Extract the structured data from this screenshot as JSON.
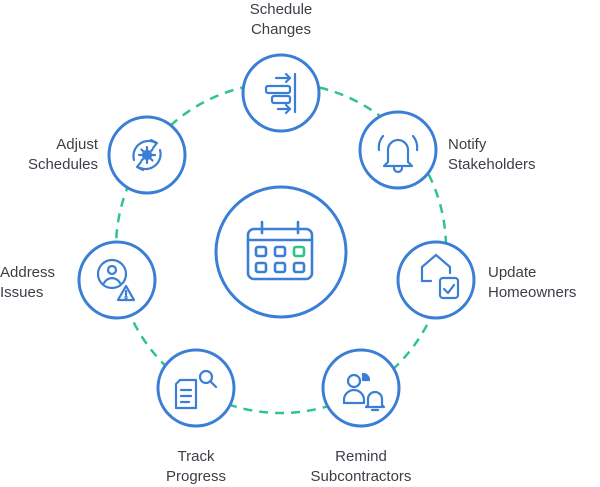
{
  "colors": {
    "accent": "#3a7fd5",
    "connector": "#2fc48a",
    "text": "#3a3f47",
    "highlight": "#2fc48a"
  },
  "center": {
    "icon": "calendar-icon"
  },
  "nodes": [
    {
      "id": "schedule-changes",
      "icon": "schedule-changes-icon",
      "label_line1": "Schedule",
      "label_line2": "Changes"
    },
    {
      "id": "notify-stakeholders",
      "icon": "bell-icon",
      "label_line1": "Notify",
      "label_line2": "Stakeholders"
    },
    {
      "id": "update-homeowners",
      "icon": "house-check-icon",
      "label_line1": "Update",
      "label_line2": "Homeowners"
    },
    {
      "id": "remind-subcontractors",
      "icon": "people-bell-icon",
      "label_line1": "Remind",
      "label_line2": "Subcontractors"
    },
    {
      "id": "track-progress",
      "icon": "document-search-icon",
      "label_line1": "Track",
      "label_line2": "Progress"
    },
    {
      "id": "address-issues",
      "icon": "user-alert-icon",
      "label_line1": "Address",
      "label_line2": "Issues"
    },
    {
      "id": "adjust-schedules",
      "icon": "gear-cycle-icon",
      "label_line1": "Adjust",
      "label_line2": "Schedules"
    }
  ]
}
